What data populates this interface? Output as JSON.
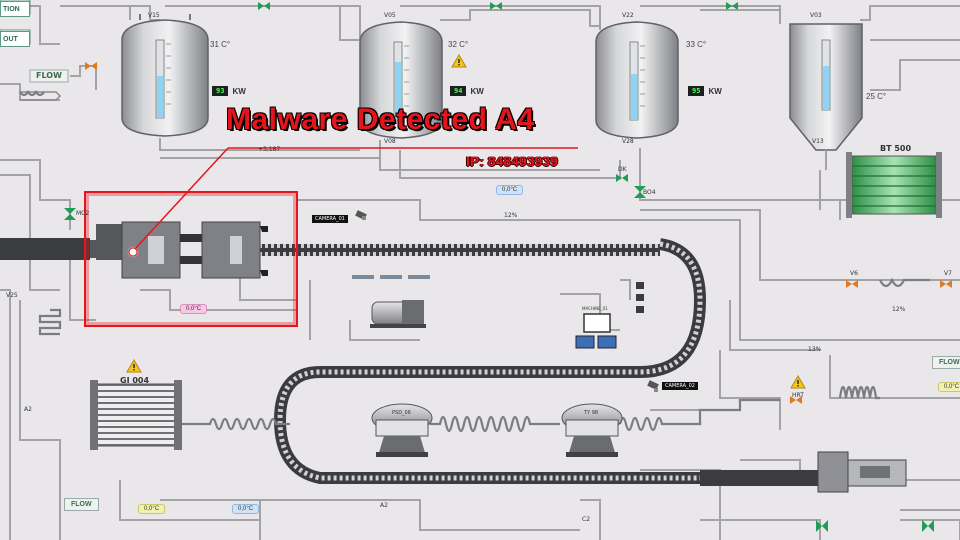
{
  "top_left_buttons": [
    "TION",
    "OUT"
  ],
  "flow_label": "FLOW",
  "tanks": [
    {
      "id": "V15",
      "temp": "31 C°",
      "kw_value": "93",
      "kw_unit": "KW"
    },
    {
      "id": "V05",
      "temp": "32 C°",
      "kw_value": "94",
      "kw_unit": "KW"
    },
    {
      "id": "V22",
      "temp": "33 C°",
      "kw_value": "95",
      "kw_unit": "KW"
    }
  ],
  "hopper": {
    "id": "V03",
    "temp": "25 C°"
  },
  "valve_labels": [
    "V08",
    "V28",
    "V13",
    "DK",
    "BO4",
    "MC2",
    "V25",
    "V6",
    "V7",
    "A2",
    "A2",
    "C2",
    "HRT"
  ],
  "small_readings": [
    "+3,187",
    "12%",
    "12%",
    "13%"
  ],
  "pills": {
    "top_center": "0,0°C",
    "pink": "0,0°C",
    "bottom_yellow": "0,0°C",
    "bottom_blue": "0,0°C",
    "right_yellow": "0,0°C"
  },
  "bt500": "BT 500",
  "gi004": "GI 004",
  "cameras": [
    "CAMERA_01",
    "CAMERA_02"
  ],
  "machine": "MACHINE_01",
  "stations": [
    "PSD_06",
    "TY 98"
  ],
  "flow_boxes": [
    "FLOW",
    "FLOW",
    "FLOW"
  ],
  "alert": {
    "title": "Malware Detected A4",
    "ip": "IP: 848493939"
  },
  "colors": {
    "alert_red": "#e8141c",
    "pipe_gray": "#9a9a9a",
    "valve_green": "#1f9d55",
    "valve_orange": "#e07a1f",
    "liquid_blue": "#8fd3f2"
  },
  "icons": [
    "warning-icon",
    "camera-icon",
    "valve-icon",
    "monitor-icon"
  ]
}
